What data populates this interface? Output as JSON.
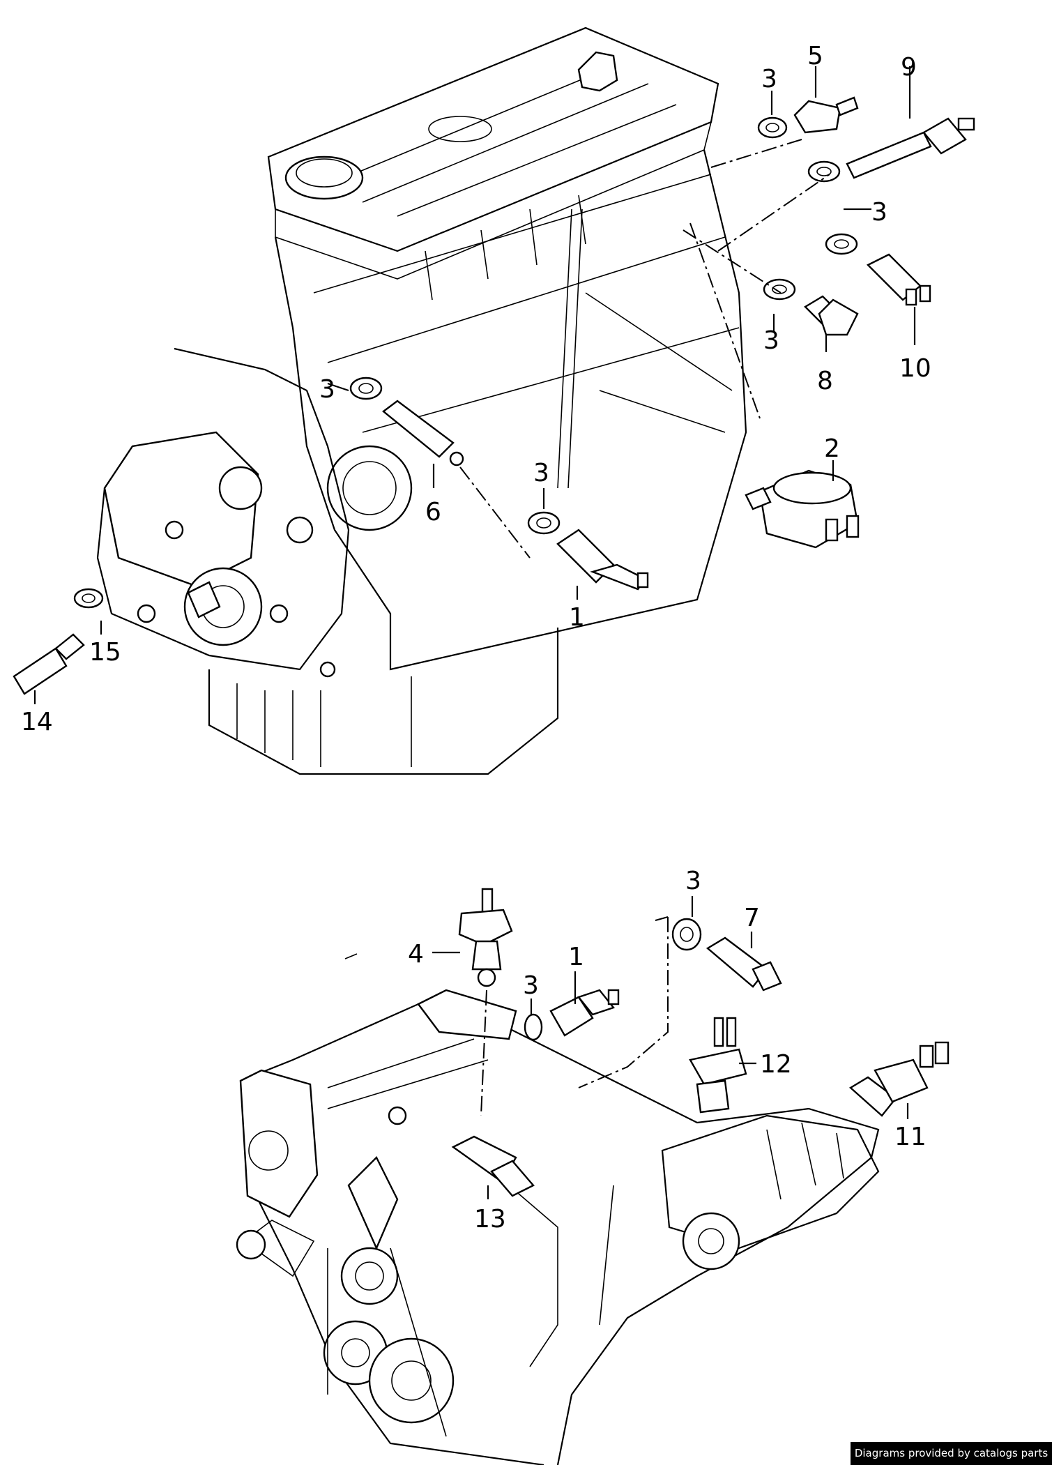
{
  "credit": "Diagrams provided by catalogs parts",
  "callouts": {
    "top": [
      "3",
      "5",
      "9",
      "3",
      "3",
      "8",
      "10",
      "3",
      "2",
      "3",
      "6",
      "1",
      "15",
      "14"
    ],
    "bottom": [
      "3",
      "7",
      "4",
      "1",
      "3",
      "12",
      "11",
      "13"
    ]
  }
}
